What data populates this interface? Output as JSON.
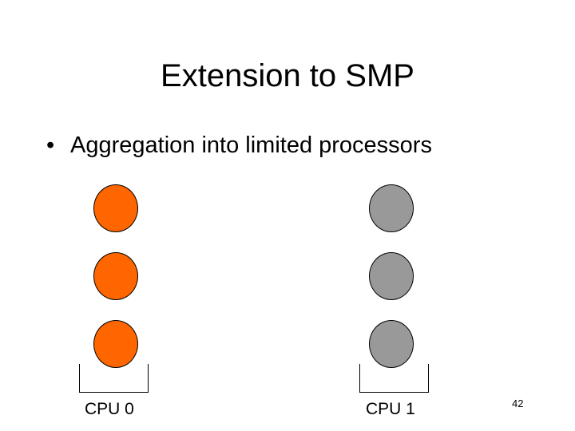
{
  "slide": {
    "title": "Extension to SMP",
    "bullet_marker": "•",
    "bullet_text": "Aggregation into limited processors",
    "page_number": "42"
  },
  "cpus": [
    {
      "label": "CPU 0",
      "process_color": "#ff6600",
      "process_count": 3
    },
    {
      "label": "CPU 1",
      "process_color": "#999999",
      "process_count": 3
    }
  ]
}
